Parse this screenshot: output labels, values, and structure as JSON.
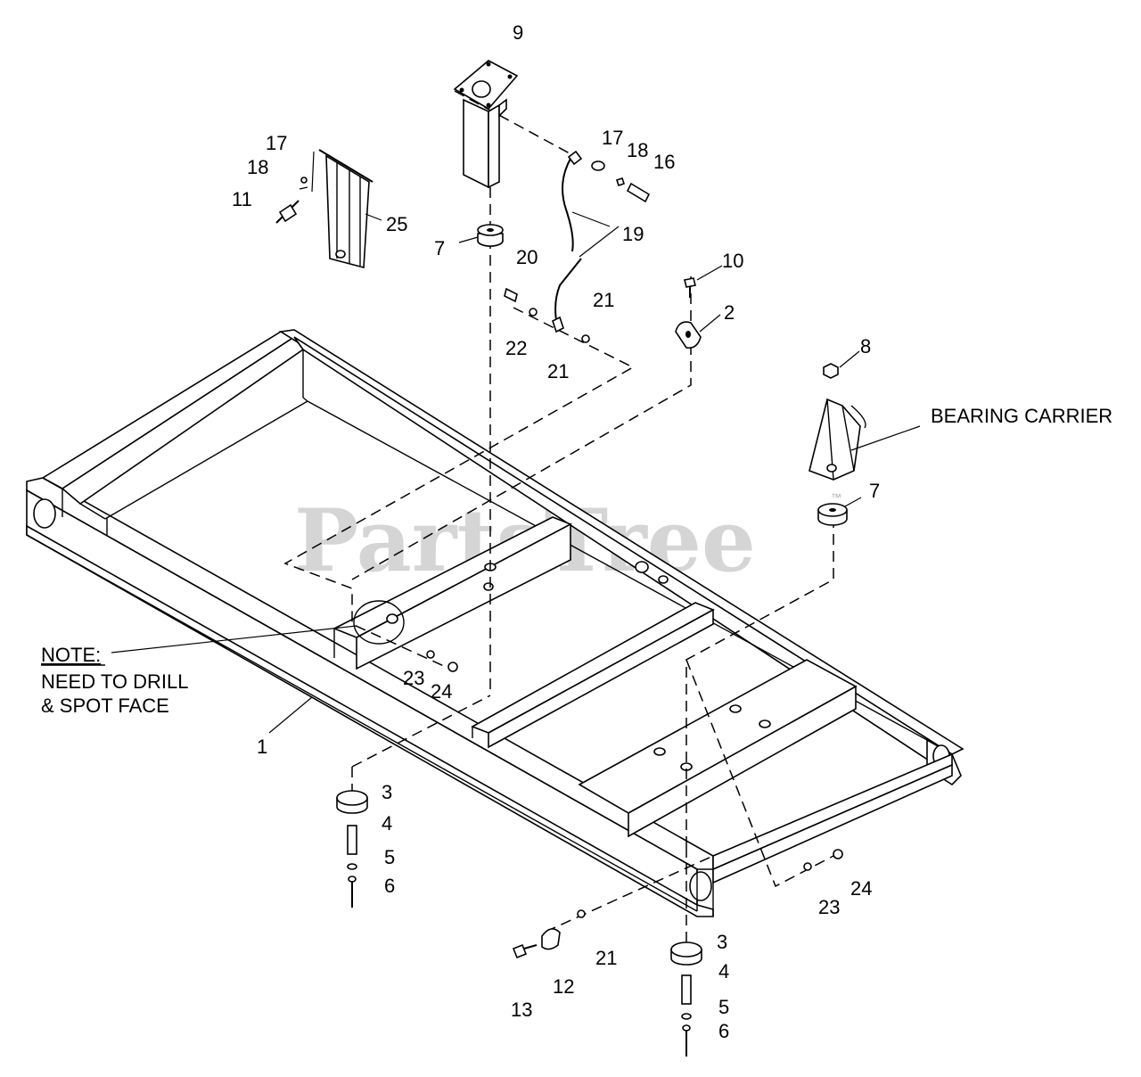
{
  "watermark": "PartsTree",
  "watermark_mark": "™",
  "note": {
    "heading": "NOTE:",
    "line1": "NEED TO DRILL",
    "line2": "& SPOT FACE"
  },
  "bearing_carrier_label": "BEARING CARRIER",
  "callouts": [
    "1",
    "2",
    "3",
    "3",
    "4",
    "4",
    "5",
    "5",
    "6",
    "6",
    "7",
    "7",
    "8",
    "9",
    "10",
    "11",
    "12",
    "13",
    "16",
    "17",
    "17",
    "18",
    "18",
    "19",
    "20",
    "21",
    "21",
    "21",
    "22",
    "23",
    "23",
    "24",
    "24",
    "25"
  ]
}
